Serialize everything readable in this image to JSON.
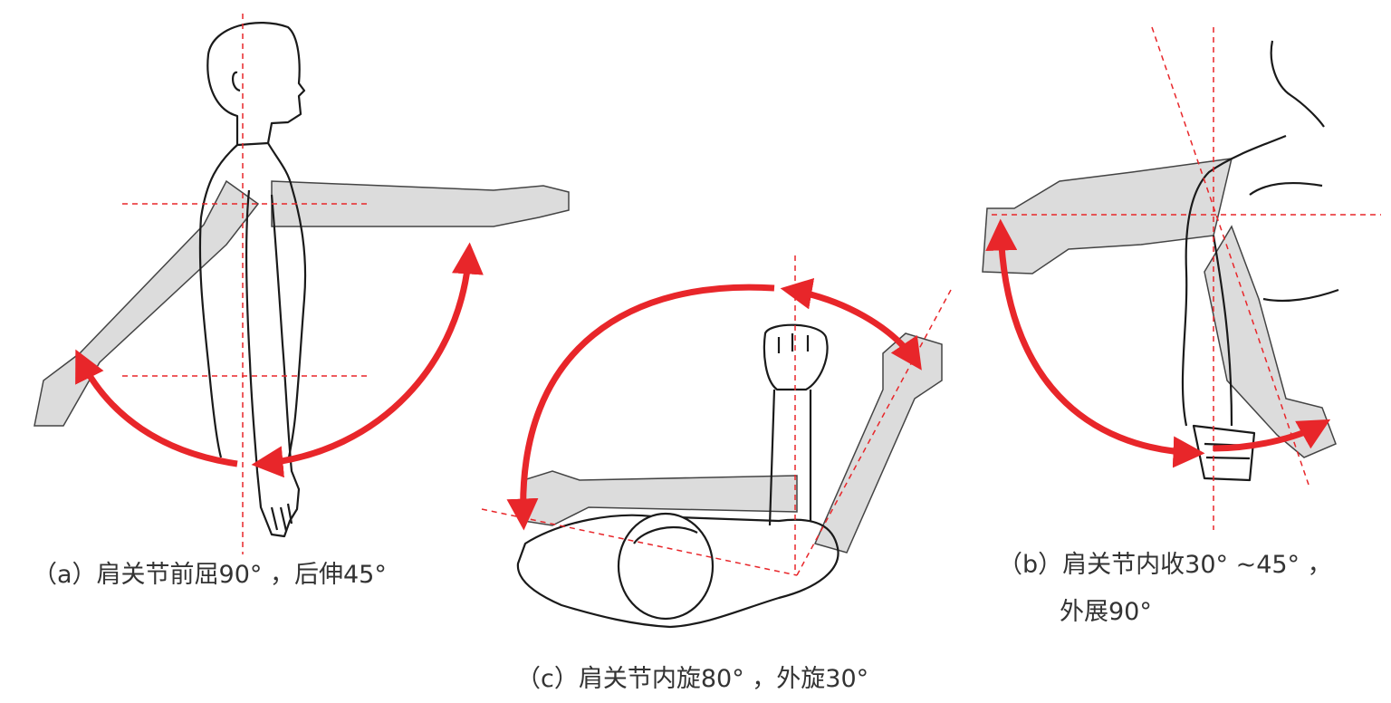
{
  "captions": {
    "a": "（a）肩关节前屈90°  ，后伸45°",
    "b_line1": "（b）肩关节内收30°  ~45°  ，",
    "b_line2": "外展90°",
    "c": "（c）肩关节内旋80°  ，外旋30°"
  },
  "colors": {
    "arrow": "#e8262a",
    "guide": "#e8262a",
    "outline": "#1a1a1a",
    "limb_fill": "#dcdcdc",
    "text": "#333333"
  }
}
